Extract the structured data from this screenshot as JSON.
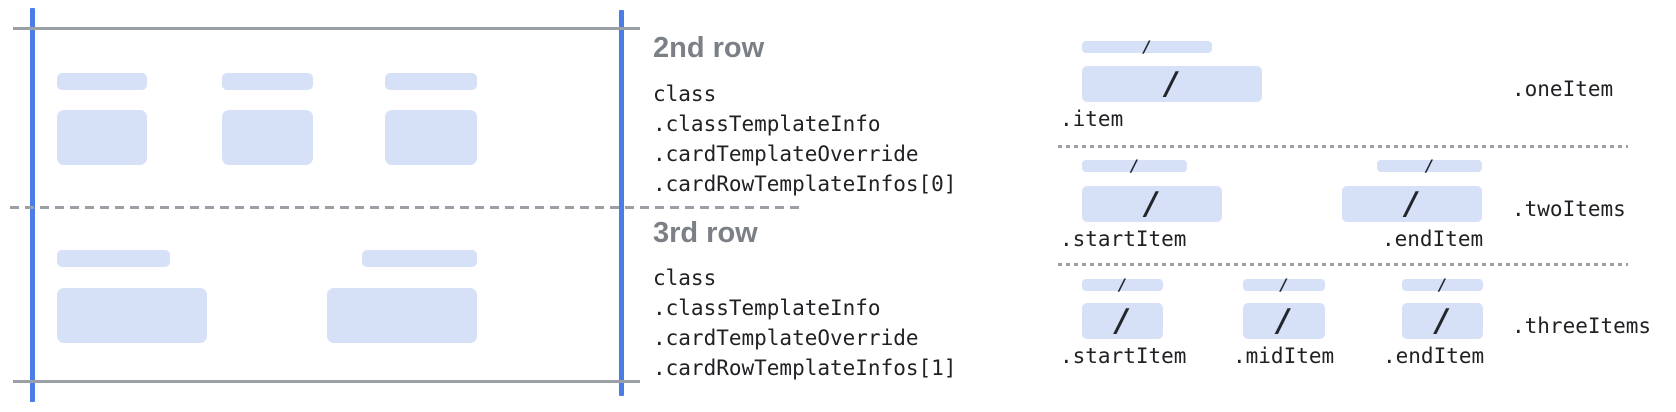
{
  "figure": {
    "description": "Pass card template rows diagram",
    "colors": {
      "field_fill": "#d6e1f8",
      "guide_blue": "#4b7de9",
      "line_gray": "#9aa0a6",
      "heading_gray": "#7b8087",
      "code_text": "#202124"
    }
  },
  "card": {
    "row2_field_count": 3,
    "row3_field_count": 2
  },
  "annotations": [
    {
      "title": "2nd row",
      "code_lines": [
        "class",
        ".classTemplateInfo",
        ".cardTemplateOverride",
        ".cardRowTemplateInfos[0]"
      ]
    },
    {
      "title": "3rd row",
      "code_lines": [
        "class",
        ".classTemplateInfo",
        ".cardTemplateOverride",
        ".cardRowTemplateInfos[1]"
      ]
    }
  ],
  "right_panel": {
    "slash_glyph": "/",
    "sections": [
      {
        "group_label": ".oneItem",
        "item_labels": [
          ".item"
        ]
      },
      {
        "group_label": ".twoItems",
        "item_labels": [
          ".startItem",
          ".endItem"
        ]
      },
      {
        "group_label": ".threeItems",
        "item_labels": [
          ".startItem",
          ".midItem",
          ".endItem"
        ]
      }
    ]
  }
}
